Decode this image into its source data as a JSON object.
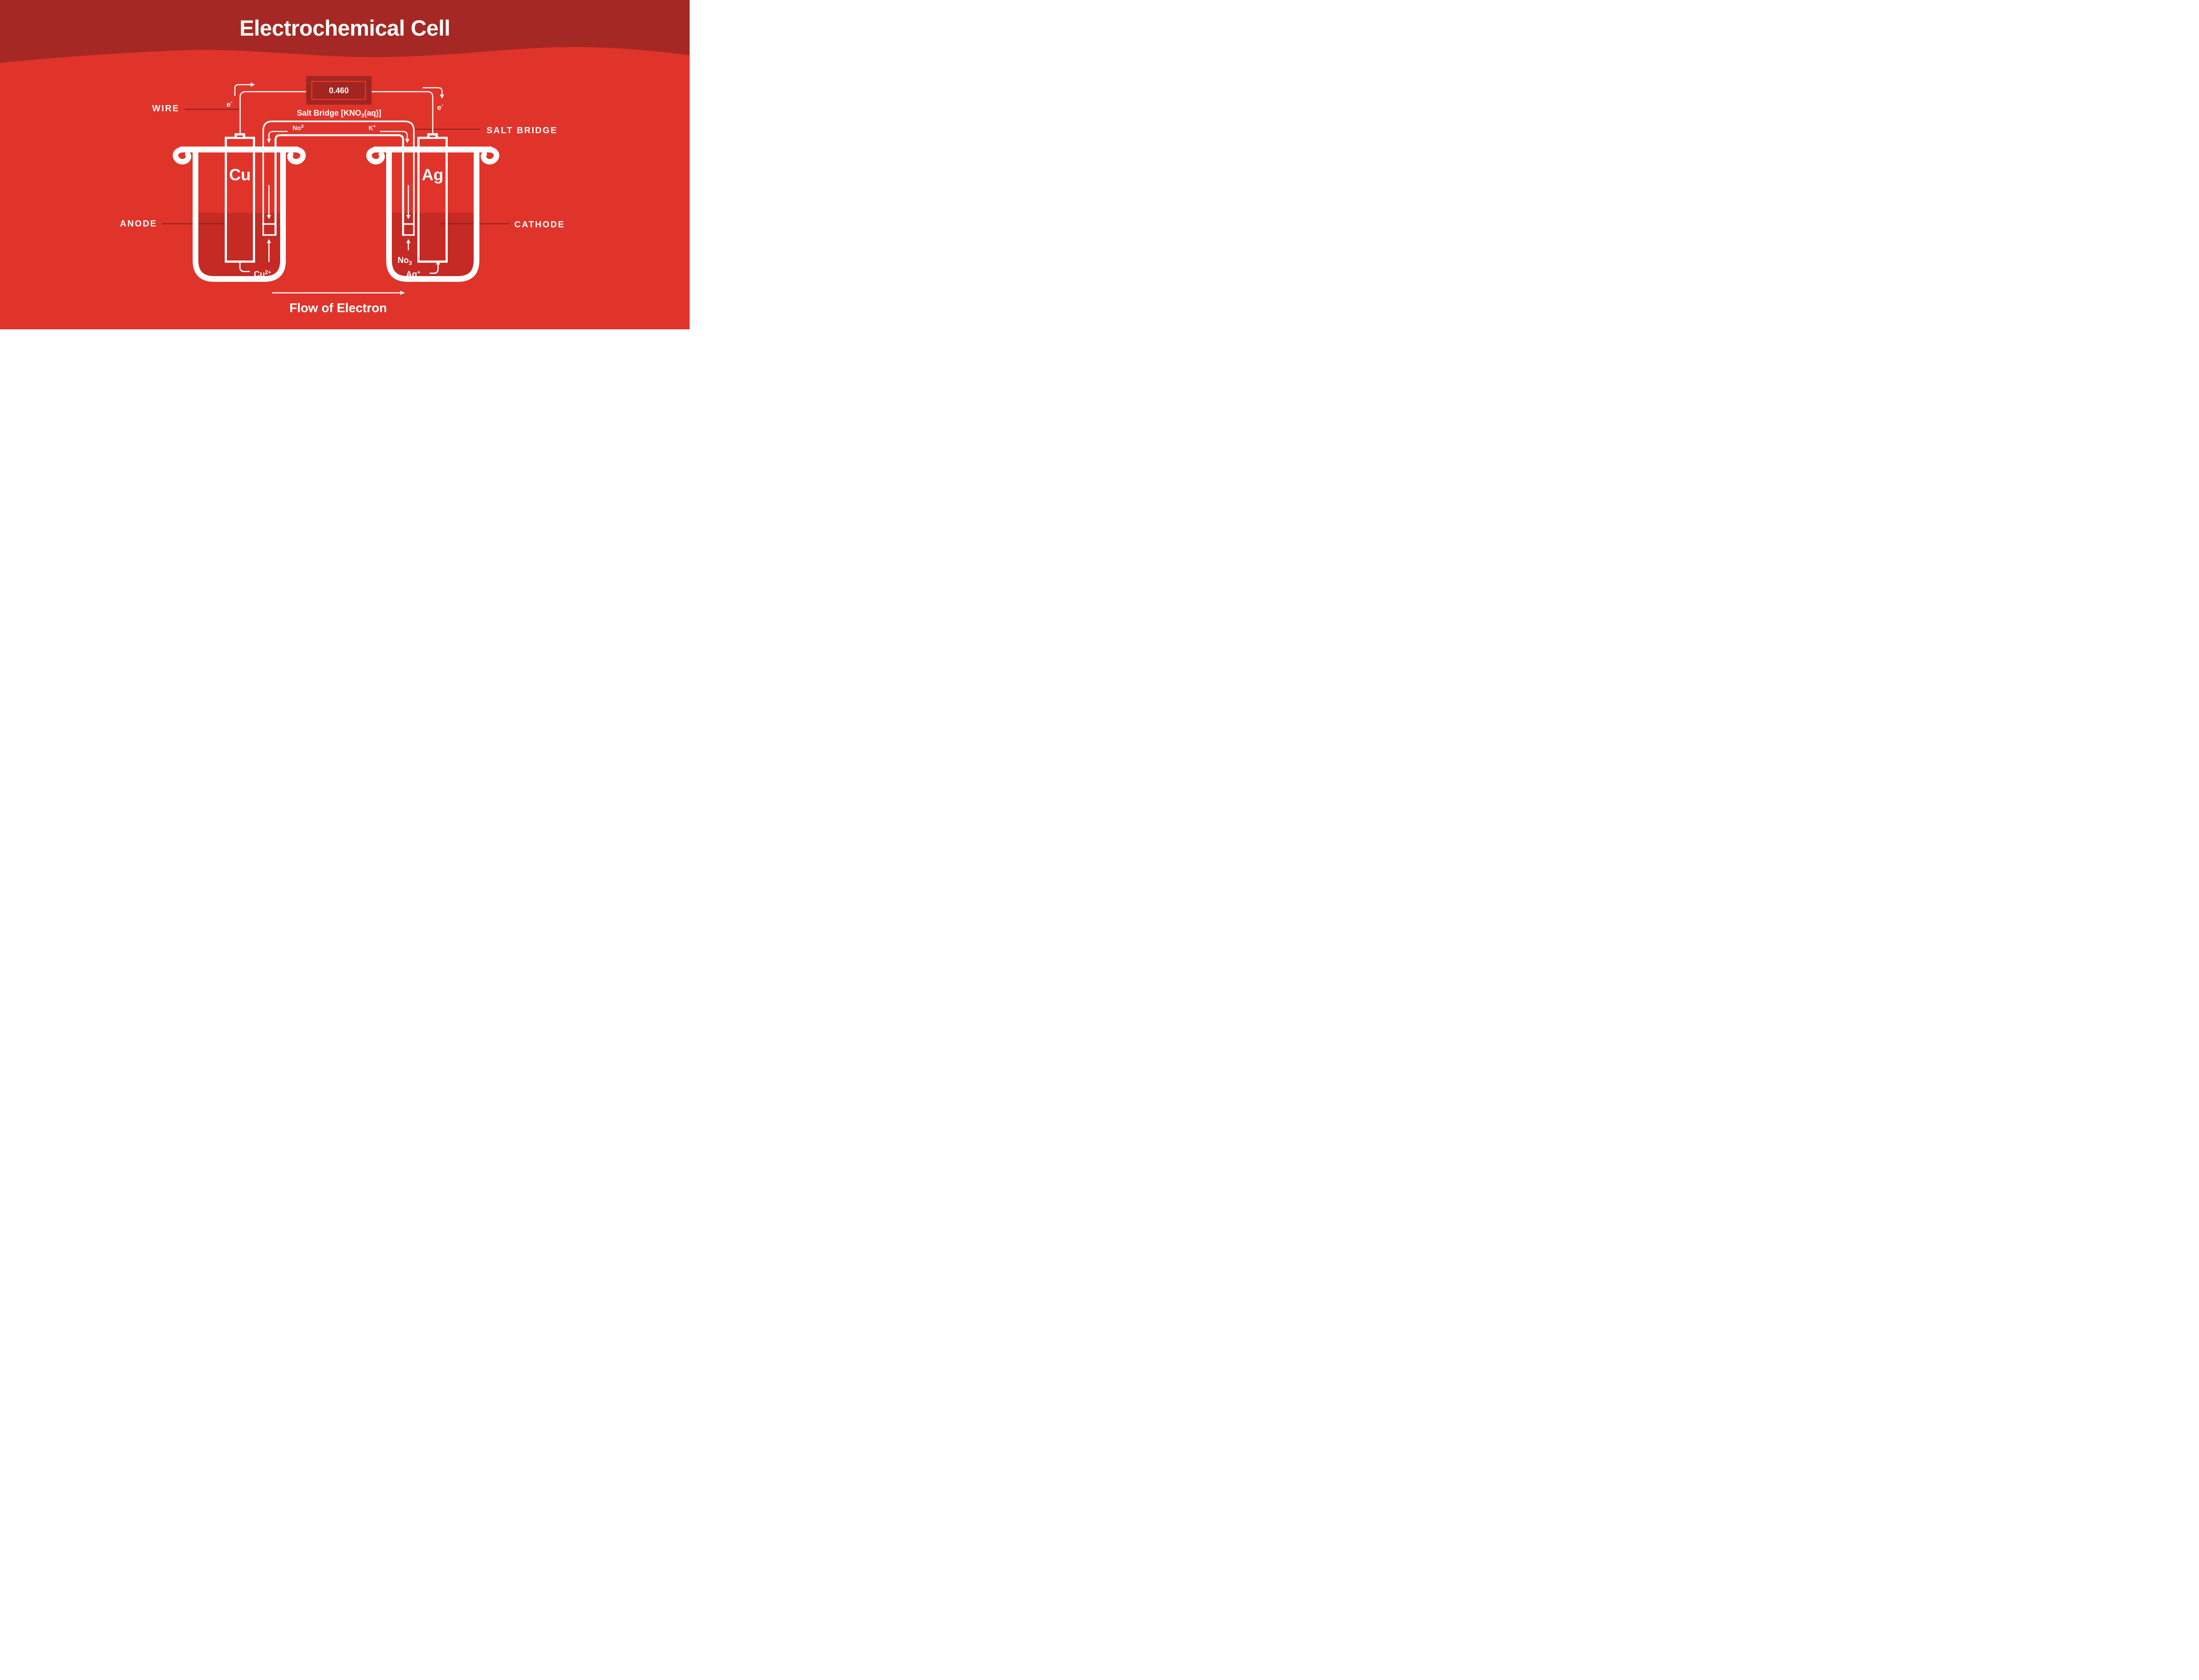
{
  "colors": {
    "background": "#e0342b",
    "header": "#a52824",
    "liquid": "#c52a25",
    "voltmeter-fill": "#a32521",
    "voltmeter-accent": "#ef382a",
    "leader-line": "#8e211d",
    "foreground": "#ffffff"
  },
  "header": {
    "title": "Electrochemical Cell"
  },
  "voltmeter": {
    "reading": "0.460"
  },
  "salt_bridge": {
    "formula_pre": "Salt Bridge [KNO",
    "formula_sub": "3",
    "formula_post": "(aq)]",
    "anion": {
      "base": "No",
      "sup": "3"
    },
    "cation": {
      "base": "K",
      "sup": "+"
    }
  },
  "callouts": {
    "wire": "WIRE",
    "salt_bridge": "SALT BRIDGE",
    "anode": "ANODE",
    "cathode": "CATHODE"
  },
  "left_cell": {
    "electrode": "Cu",
    "ion": {
      "base": "Cu",
      "sup": "2+"
    },
    "electron": {
      "base": "e",
      "sup": "-"
    }
  },
  "right_cell": {
    "electrode": "Ag",
    "ion": {
      "base": "Ag",
      "sup": "+"
    },
    "anion": {
      "base": "No",
      "sub": "3"
    },
    "electron": {
      "base": "e",
      "sup": "-"
    }
  },
  "footer": {
    "flow_label": "Flow of Electron"
  }
}
